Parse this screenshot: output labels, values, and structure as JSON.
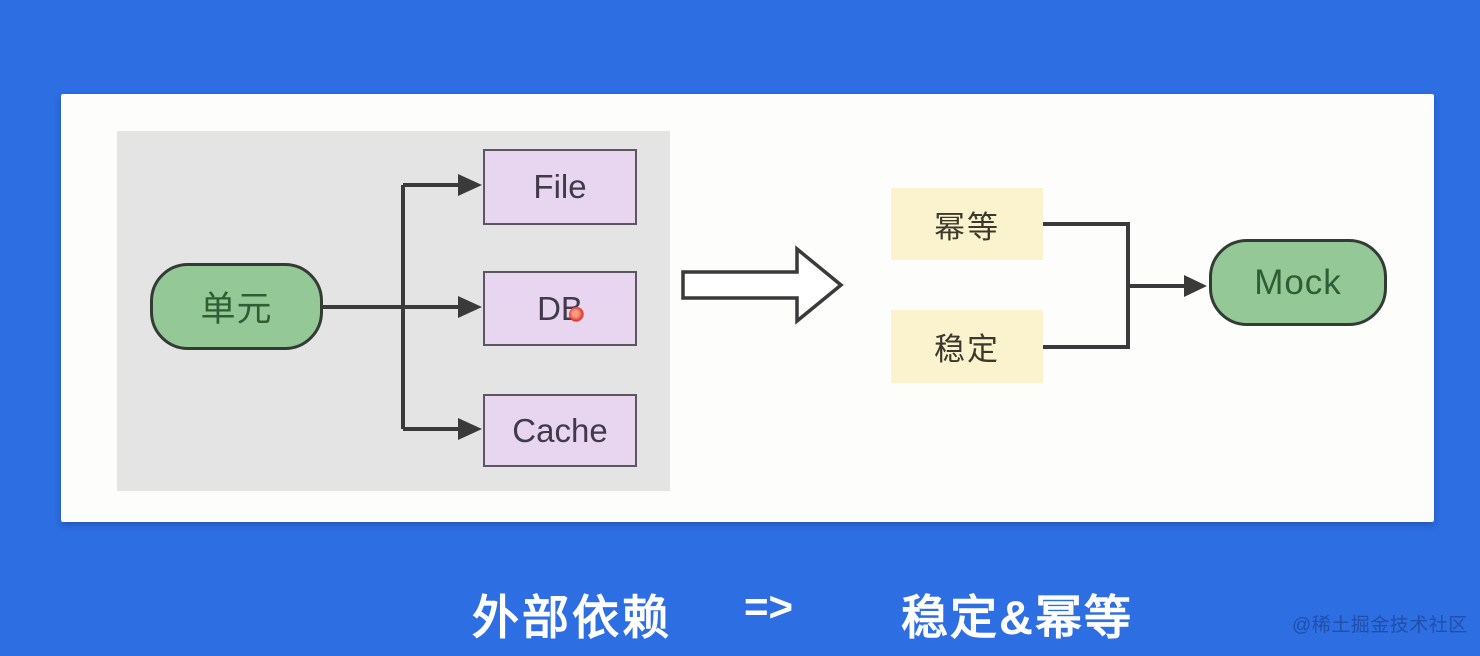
{
  "colors": {
    "background": "#2d6ee3",
    "panel": "#fdfdfb",
    "group_background": "#e4e4e4",
    "node_green_fill": "#95c897",
    "node_green_border": "#333c34",
    "node_green_text": "#2f5d36",
    "node_purple_fill": "#e8d5f0",
    "node_purple_border": "#5c5663",
    "node_purple_text": "#413a4a",
    "node_yellow_fill": "#fbf3cd",
    "connector_line": "#3a3a3a",
    "caption_text": "#ffffff",
    "laser_dot": "#dc3424"
  },
  "diagram": {
    "unit_label": "单元",
    "deps": [
      "File",
      "DB",
      "Cache"
    ],
    "idempotent_label": "幂等",
    "stable_label": "稳定",
    "mock_label": "Mock"
  },
  "caption": {
    "left_term": "外部依赖",
    "arrow": "=>",
    "right_term": "稳定&幂等"
  },
  "watermark": "@稀土掘金技术社区"
}
